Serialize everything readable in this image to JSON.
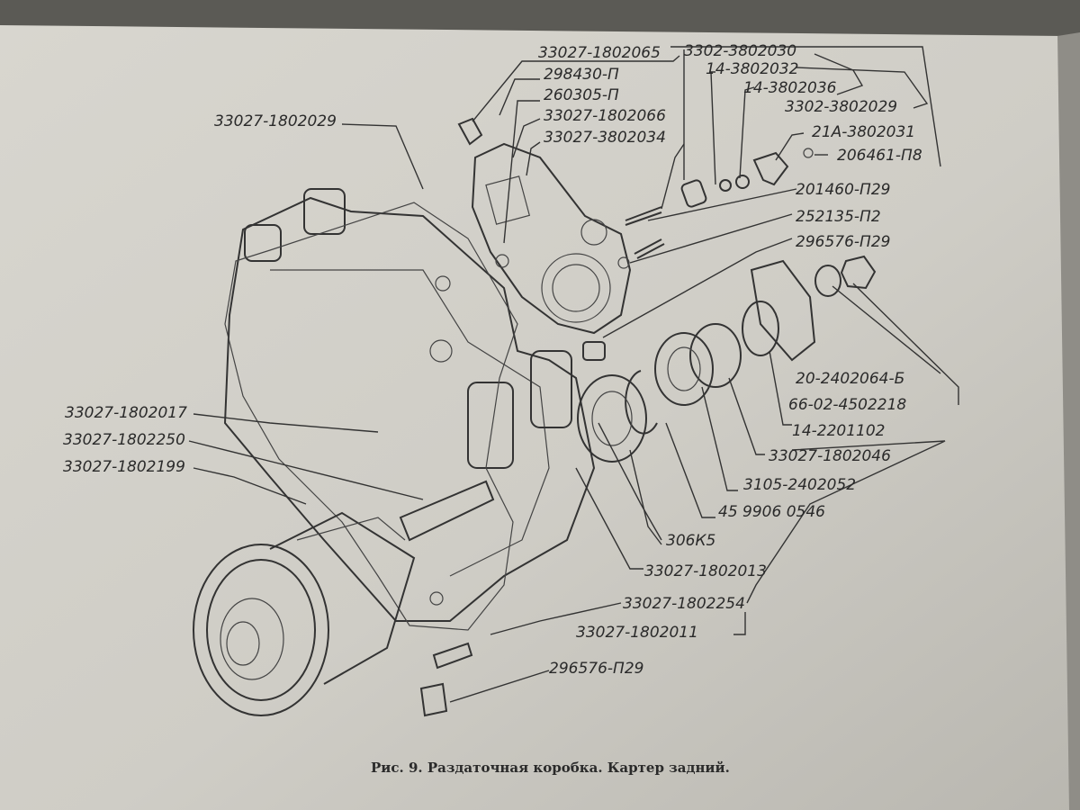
{
  "caption": "Рис. 9. Раздаточная коробка. Картер задний.",
  "callouts": {
    "c01": "33027-1802065",
    "c02": "298430-П",
    "c03": "260305-П",
    "c04": "33027-1802066",
    "c05": "33027-3802034",
    "c06": "33027-1802029",
    "c07": "3302-3802030",
    "c08": "14-3802032",
    "c09": "14-3802036",
    "c10": "3302-3802029",
    "c11": "21А-3802031",
    "c12": "206461-П8",
    "c13": "201460-П29",
    "c14": "252135-П2",
    "c15": "296576-П29",
    "c16": "20-2402064-Б",
    "c17": "66-02-4502218",
    "c18": "14-2201102",
    "c19": "33027-1802046",
    "c20": "3105-2402052",
    "c21": "45 9906 0546",
    "c22": "306К5",
    "c23": "33027-1802013",
    "c24": "33027-1802254",
    "c25": "33027-1802011",
    "c26": "296576-П29",
    "c27": "33027-1802017",
    "c28": "33027-1802250",
    "c29": "33027-1802199"
  }
}
